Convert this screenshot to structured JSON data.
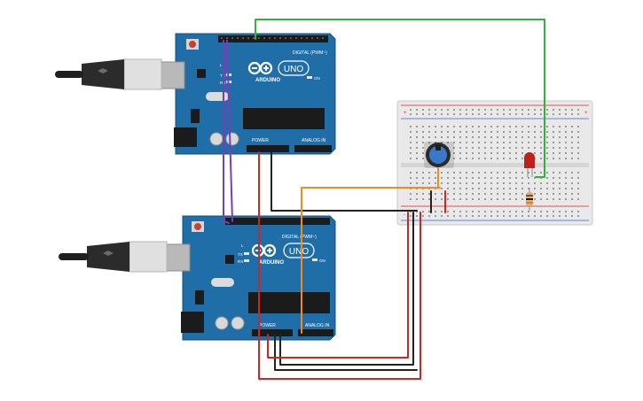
{
  "boards": [
    {
      "id": "arduino-top",
      "brand": "ARDUINO",
      "model": "UNO",
      "digital_label": "DIGITAL (PWM~)",
      "analog_label": "ANALOG IN",
      "power_label": "POWER",
      "tx_label": "TX",
      "rx_label": "RX",
      "l_label": "L",
      "on_label": "ON"
    },
    {
      "id": "arduino-bottom",
      "brand": "ARDUINO",
      "model": "UNO",
      "digital_label": "DIGITAL (PWM~)",
      "analog_label": "ANALOG IN",
      "power_label": "POWER",
      "tx_label": "TX",
      "rx_label": "RX",
      "l_label": "L",
      "on_label": "ON"
    }
  ],
  "breadboard": {
    "rail_plus": "+",
    "rail_minus": "-"
  },
  "components": [
    "potentiometer",
    "red-led",
    "resistor",
    "usb-cable-top",
    "usb-cable-bottom"
  ],
  "wires": [
    {
      "name": "wire-green",
      "color": "#2fb53a"
    },
    {
      "name": "wire-orange",
      "color": "#f08c1d"
    },
    {
      "name": "wire-black",
      "color": "#222222"
    },
    {
      "name": "wire-red",
      "color": "#d9221c"
    },
    {
      "name": "wire-purple",
      "color": "#7a3db8"
    }
  ],
  "colors": {
    "board": "#1f6ea8",
    "board_edge": "#13507d",
    "breadboard": "#e9e9e9"
  }
}
